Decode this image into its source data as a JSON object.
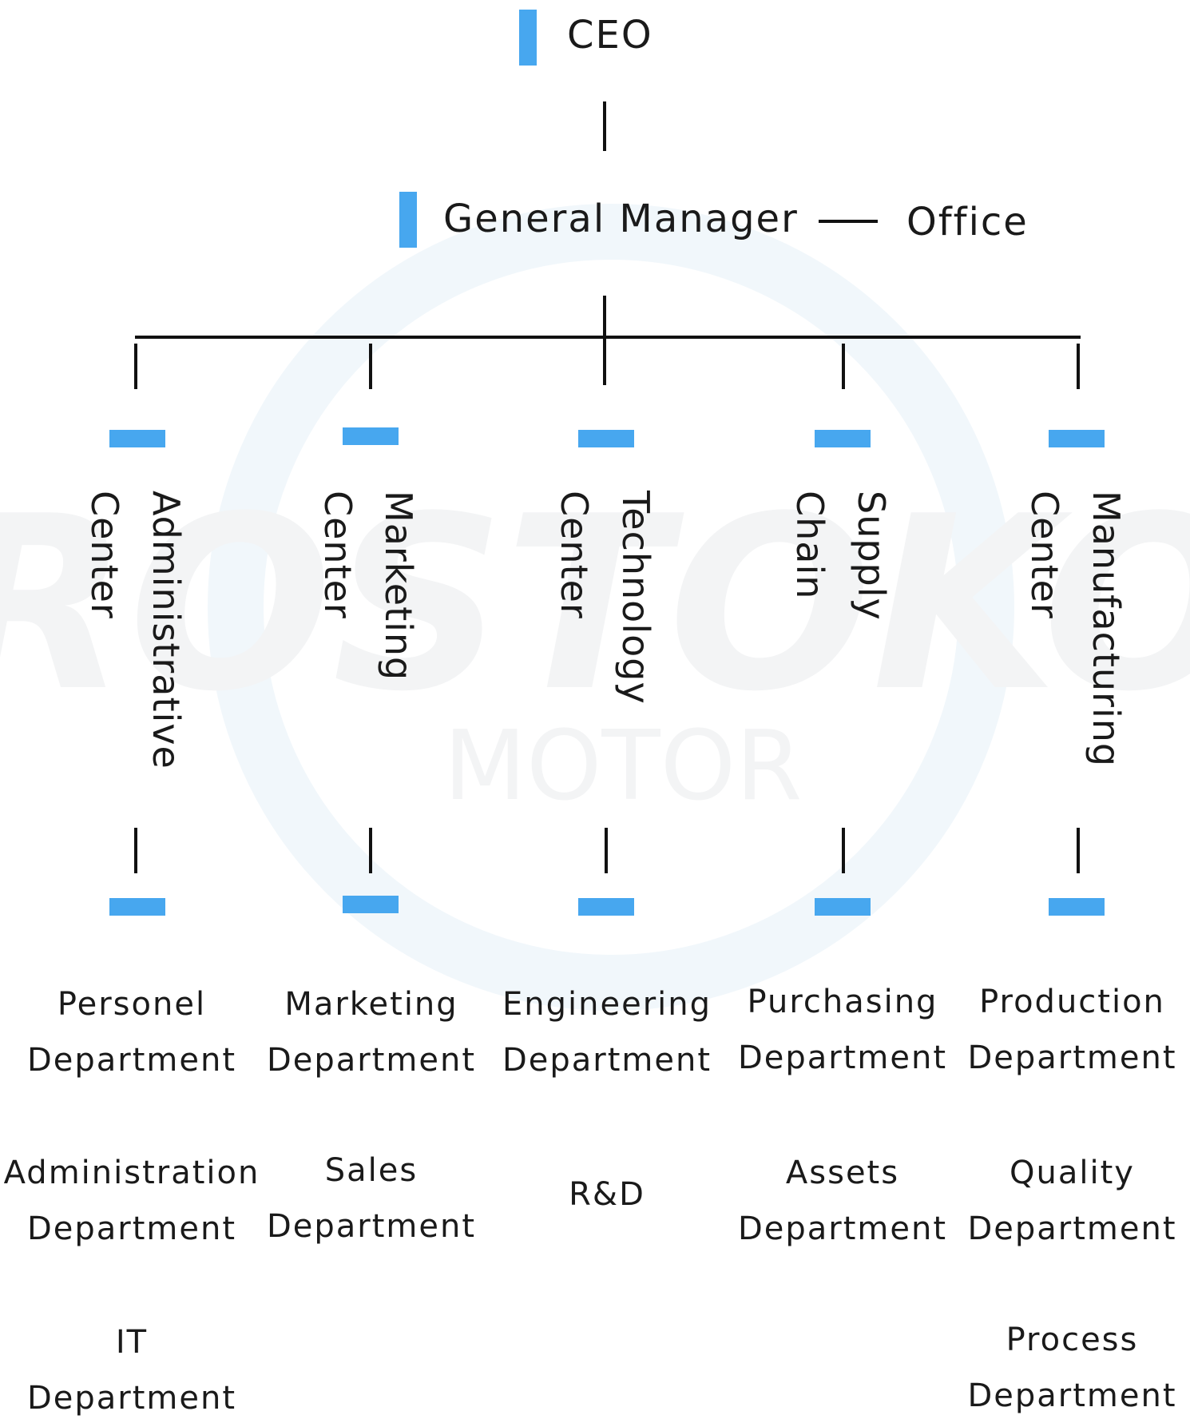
{
  "colors": {
    "accent": "#47a7ef",
    "line": "#111111",
    "text": "#1a1a1a",
    "watermark": "#f3f6f8"
  },
  "watermark": {
    "brand": "ROSTOKO",
    "sub": "MOTOR"
  },
  "top": {
    "ceo": "CEO",
    "general_manager": "General Manager",
    "connector": "—",
    "office": "Office"
  },
  "centers": [
    {
      "line1": "Administrative",
      "line2": "Center"
    },
    {
      "line1": "Marketing",
      "line2": "Center"
    },
    {
      "line1": "Technology",
      "line2": "Center"
    },
    {
      "line1": "Supply",
      "line2": "Chain"
    },
    {
      "line1": "Manufacturing",
      "line2": "Center"
    }
  ],
  "departments": [
    [
      {
        "line1": "Personel",
        "line2": "Department"
      },
      {
        "line1": "Administration",
        "line2": "Department"
      },
      {
        "line1": "IT",
        "line2": "Department"
      }
    ],
    [
      {
        "line1": "Marketing",
        "line2": "Department"
      },
      {
        "line1": "Sales",
        "line2": "Department"
      }
    ],
    [
      {
        "line1": "Engineering",
        "line2": "Department"
      },
      {
        "line1": "R&D",
        "line2": ""
      }
    ],
    [
      {
        "line1": "Purchasing",
        "line2": "Department"
      },
      {
        "line1": "Assets",
        "line2": "Department"
      }
    ],
    [
      {
        "line1": "Production",
        "line2": "Department"
      },
      {
        "line1": "Quality",
        "line2": "Department"
      },
      {
        "line1": "Process",
        "line2": "Department"
      }
    ]
  ]
}
